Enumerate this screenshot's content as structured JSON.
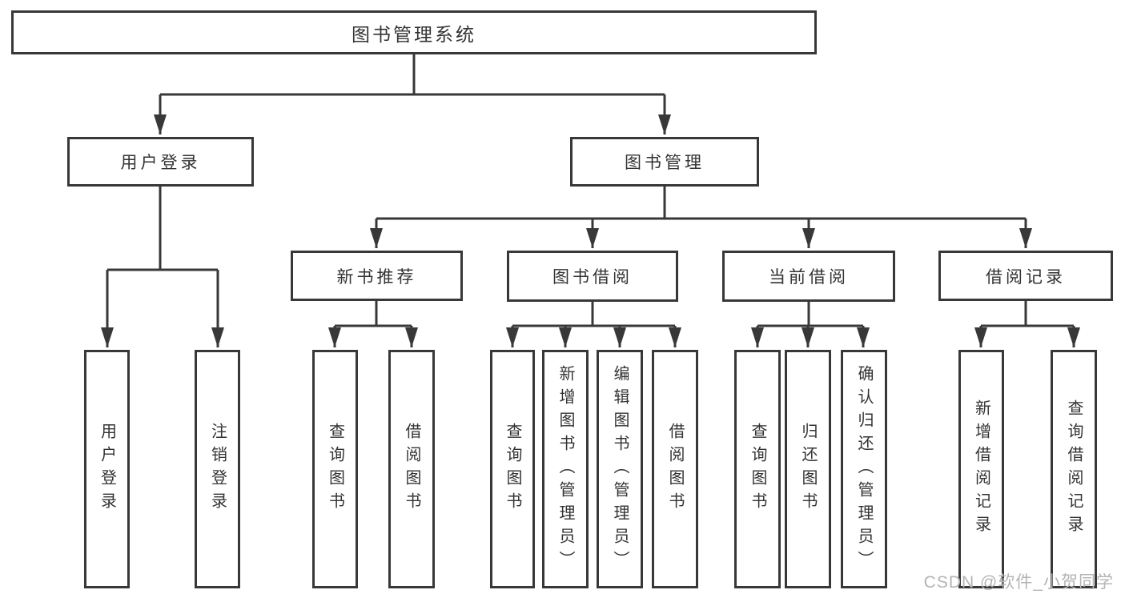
{
  "diagram": {
    "root": {
      "label": "图书管理系统"
    },
    "level2": [
      {
        "label": "用户登录"
      },
      {
        "label": "图书管理"
      }
    ],
    "level3": [
      {
        "label": "新书推荐"
      },
      {
        "label": "图书借阅"
      },
      {
        "label": "当前借阅"
      },
      {
        "label": "借阅记录"
      }
    ],
    "leaves": {
      "user": [
        "用户登录",
        "注销登录"
      ],
      "newbook": [
        "查询图书",
        "借阅图书"
      ],
      "borrow": [
        "查询图书",
        "新增图书（管理员）",
        "编辑图书（管理员）",
        "借阅图书"
      ],
      "current": [
        "查询图书",
        "归还图书",
        "确认归还（管理员）"
      ],
      "records": [
        "新增借阅记录",
        "查询借阅记录"
      ]
    }
  },
  "colors": {
    "line": "#383838",
    "text": "#333333",
    "watermark": "#b4b4b4"
  },
  "watermark": "CSDN @软件_小贺同学"
}
